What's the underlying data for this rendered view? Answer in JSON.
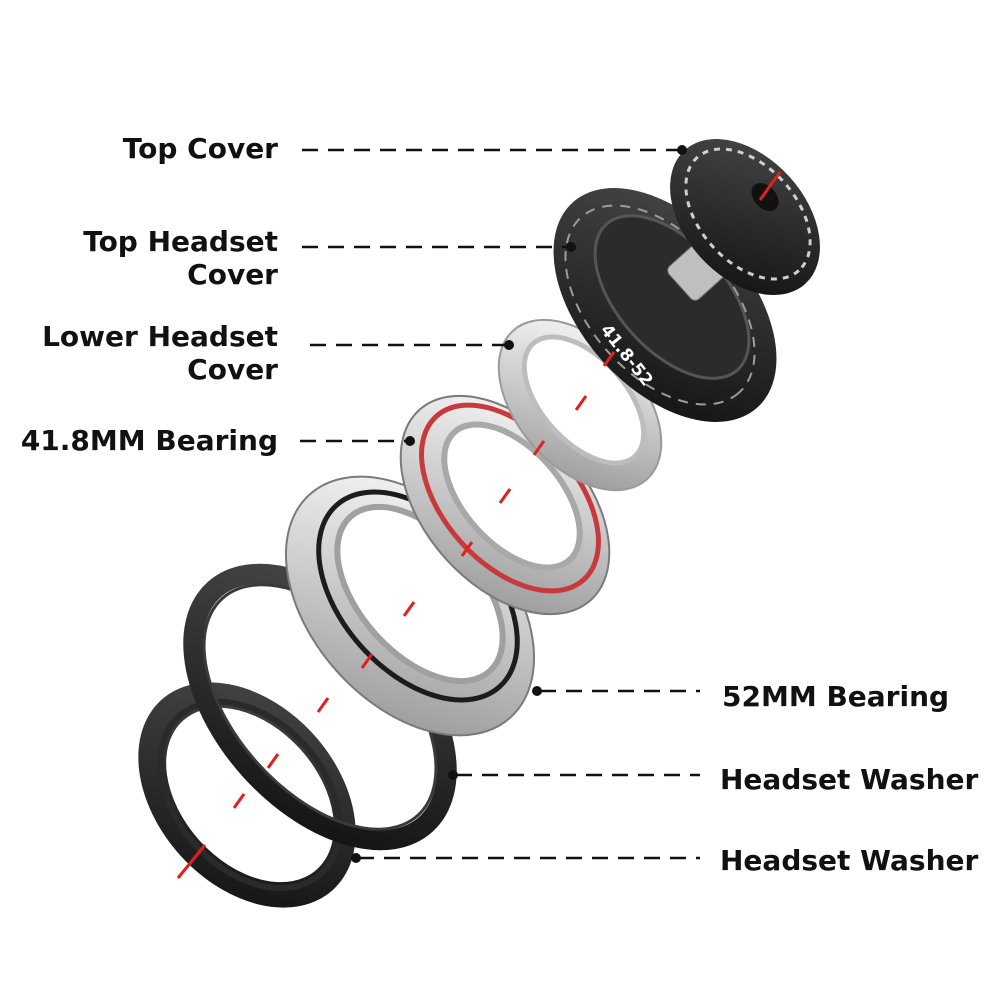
{
  "labels": {
    "top_cover": "Top Cover",
    "top_headset_cover": "Top Headset\nCover",
    "lower_headset_cover": "Lower Headset\nCover",
    "bearing_41_8": "41.8MM Bearing",
    "bearing_52": "52MM Bearing",
    "headset_washer_1": "Headset Washer",
    "headset_washer_2": "Headset Washer"
  },
  "cap_text": "41.8-52",
  "colors": {
    "black_part": "#1a1a1a",
    "silver_part": "#d7d7d7",
    "bearing_seal": "#c83a3a",
    "axis_line": "#e0201e",
    "leader_line": "#111111"
  }
}
